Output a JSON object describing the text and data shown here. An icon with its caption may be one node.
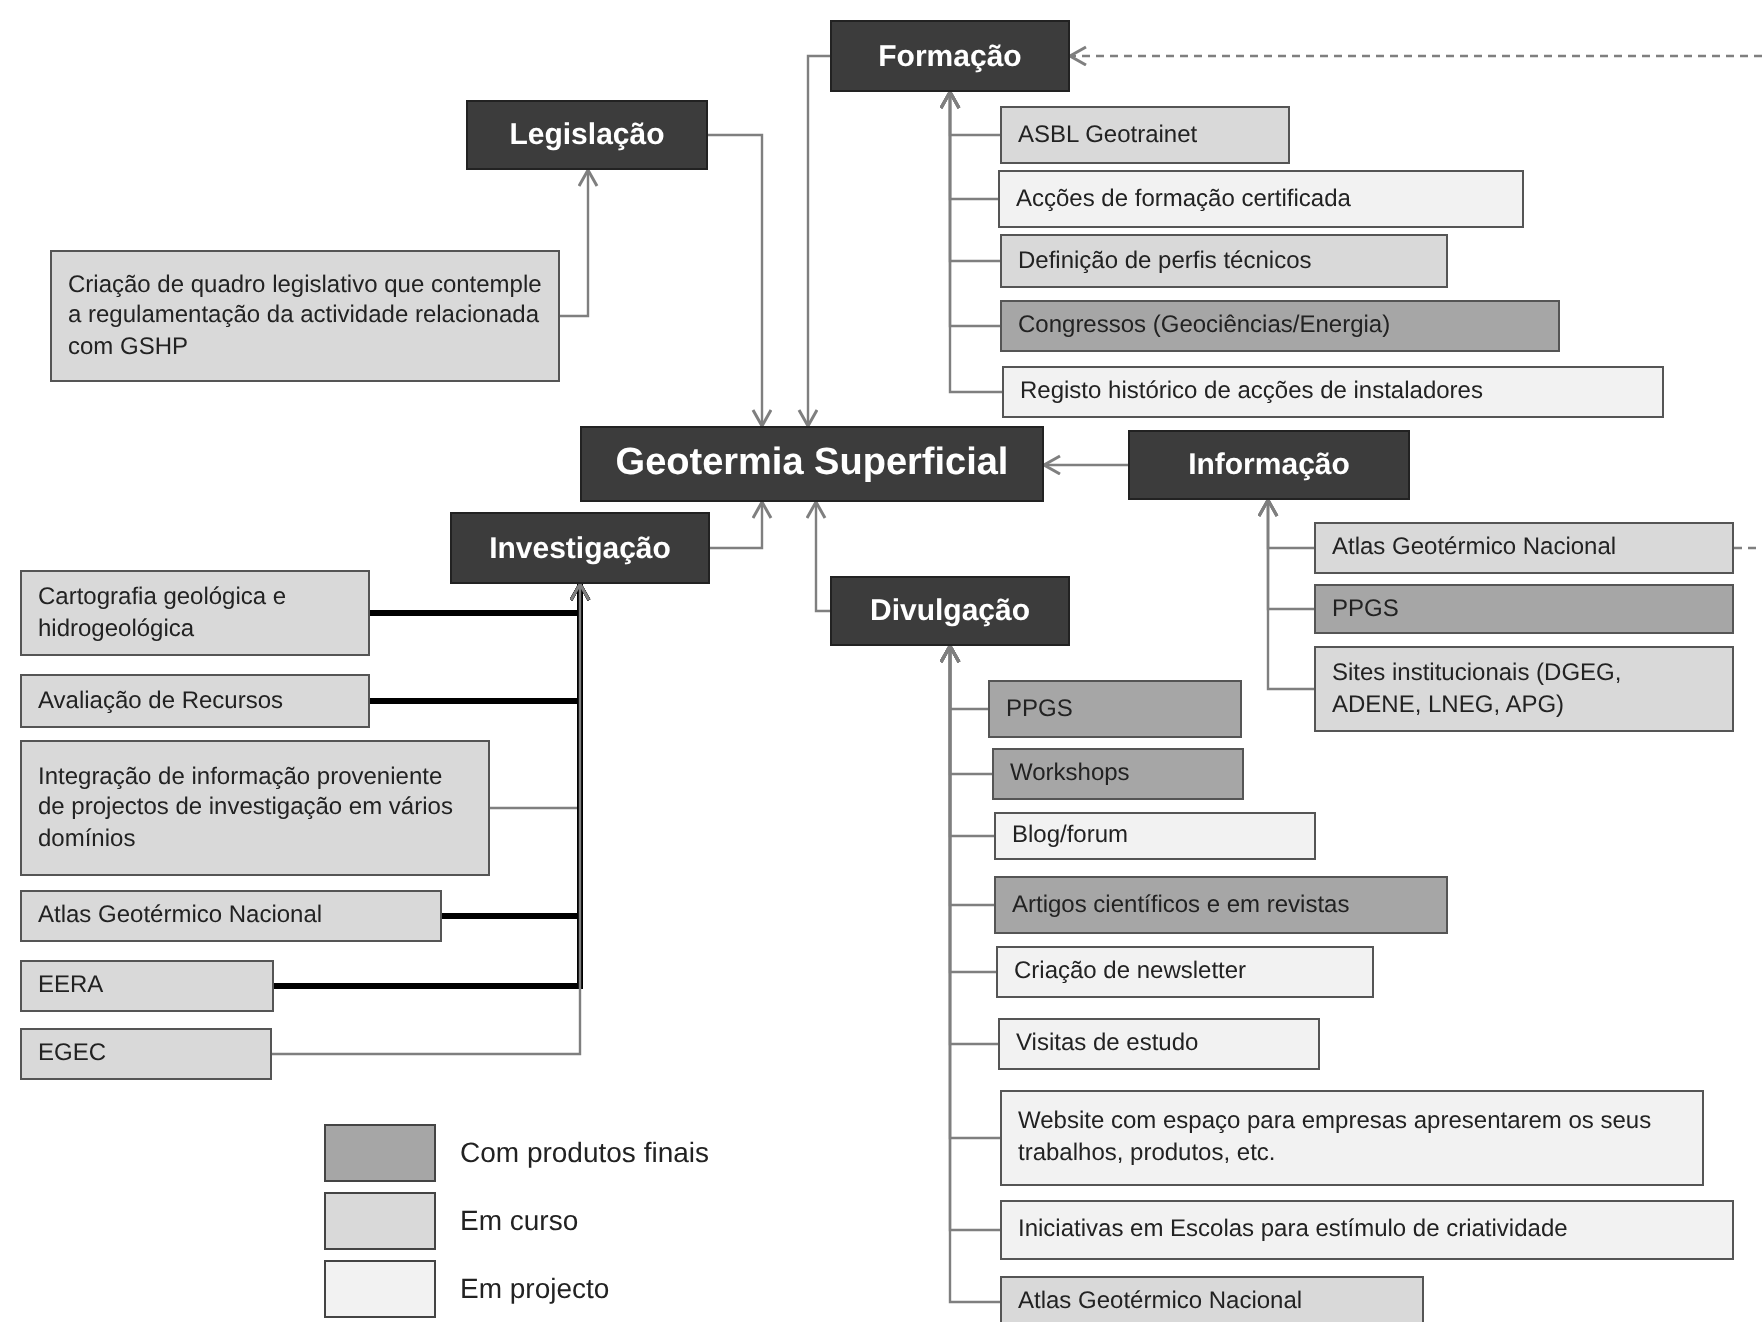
{
  "diagram": {
    "nodes": [
      {
        "text": [
          "Geotermia Superficial"
        ]
      },
      {
        "text": [
          "Formação"
        ]
      },
      {
        "text": [
          "Legislação"
        ]
      },
      {
        "text": [
          "Criação de quadro legislativo que contemple a regulamentação da actividade relacionada com GSHP"
        ]
      },
      {
        "text": [
          "ASBL Geotrainet"
        ]
      },
      {
        "text": [
          "Acções de formação certificada"
        ]
      },
      {
        "text": [
          "Definição de perfis técnicos"
        ]
      },
      {
        "text": [
          "Congressos (Geociências/Energia)"
        ]
      },
      {
        "text": [
          "Registo histórico de acções de instaladores"
        ]
      },
      {
        "text": [
          "Informação"
        ]
      },
      {
        "text": [
          "Atlas Geotérmico Nacional"
        ]
      },
      {
        "text": [
          "PPGS"
        ]
      },
      {
        "text": [
          "Sites institucionais (DGEG, ADENE, LNEG, APG)"
        ]
      },
      {
        "text": [
          "Investigação"
        ]
      },
      {
        "text": [
          "Cartografia geológica e hidrogeológica"
        ]
      },
      {
        "text": [
          "Avaliação de Recursos"
        ]
      },
      {
        "text": [
          "Integração de informação proveniente de projectos de investigação em vários domínios"
        ]
      },
      {
        "text": [
          "Atlas Geotérmico Nacional"
        ]
      },
      {
        "text": [
          "EERA"
        ]
      },
      {
        "text": [
          "EGEC"
        ]
      },
      {
        "text": [
          "Divulgação"
        ]
      },
      {
        "text": [
          "PPGS"
        ]
      },
      {
        "text": [
          "Workshops"
        ]
      },
      {
        "text": [
          "Blog/forum"
        ]
      },
      {
        "text": [
          "Artigos científicos e em revistas"
        ]
      },
      {
        "text": [
          "Criação de newsletter"
        ]
      },
      {
        "text": [
          "Visitas de estudo"
        ]
      },
      {
        "text": [
          "Website com espaço para empresas apresentarem os seus trabalhos, produtos, etc."
        ]
      },
      {
        "text": [
          "Iniciativas em Escolas para estímulo de criatividade"
        ]
      },
      {
        "text": [
          "Atlas Geotérmico Nacional"
        ]
      }
    ],
    "edges": [
      {
        "from": 2,
        "to": 0,
        "arrow": "to"
      },
      {
        "from": 1,
        "to": 0,
        "arrow": "to"
      },
      {
        "from": 3,
        "to": 2,
        "arrow": "to"
      },
      {
        "from": 4,
        "to": 1,
        "arrow": "to"
      },
      {
        "from": 5,
        "to": 1,
        "arrow": "to"
      },
      {
        "from": 6,
        "to": 1,
        "arrow": "to"
      },
      {
        "from": 7,
        "to": 1,
        "arrow": "to"
      },
      {
        "from": 8,
        "to": 1,
        "arrow": "to"
      },
      {
        "from": 9,
        "to": 0,
        "arrow": "to"
      },
      {
        "from": 10,
        "to": 9,
        "arrow": "to"
      },
      {
        "from": 11,
        "to": 9,
        "arrow": "to"
      },
      {
        "from": 12,
        "to": 9,
        "arrow": "to"
      },
      {
        "from": 13,
        "to": 0,
        "arrow": "to"
      },
      {
        "from": 14,
        "to": 13,
        "arrow": "to",
        "style": "thick",
        "color": "#000000"
      },
      {
        "from": 15,
        "to": 13,
        "arrow": "to",
        "style": "thick",
        "color": "#000000"
      },
      {
        "from": 16,
        "to": 13,
        "arrow": "to"
      },
      {
        "from": 17,
        "to": 13,
        "arrow": "to",
        "style": "thick",
        "color": "#000000"
      },
      {
        "from": 18,
        "to": 13,
        "arrow": "to",
        "style": "thick",
        "color": "#000000"
      },
      {
        "from": 19,
        "to": 13,
        "arrow": "to"
      },
      {
        "from": 20,
        "to": 0,
        "arrow": "to"
      },
      {
        "from": 21,
        "to": 20,
        "arrow": "to"
      },
      {
        "from": 22,
        "to": 20,
        "arrow": "to"
      },
      {
        "from": 23,
        "to": 20,
        "arrow": "to"
      },
      {
        "from": 24,
        "to": 20,
        "arrow": "to"
      },
      {
        "from": 25,
        "to": 20,
        "arrow": "to"
      },
      {
        "from": 26,
        "to": 20,
        "arrow": "to"
      },
      {
        "from": 27,
        "to": 20,
        "arrow": "to"
      },
      {
        "from": 28,
        "to": 20,
        "arrow": "to"
      },
      {
        "from": 29,
        "to": 20,
        "arrow": "to"
      },
      {
        "from": null,
        "to": 1,
        "arrow": "to",
        "style": "dashed"
      },
      {
        "from": 10,
        "to": null,
        "arrow": "none",
        "style": "dashed"
      }
    ],
    "legend": [
      {
        "text": "Com produtos finais",
        "color": "#a6a6a6"
      },
      {
        "text": "Em curso",
        "color": "#d9d9d9"
      },
      {
        "text": "Em projecto",
        "color": "#f2f2f2"
      }
    ]
  }
}
